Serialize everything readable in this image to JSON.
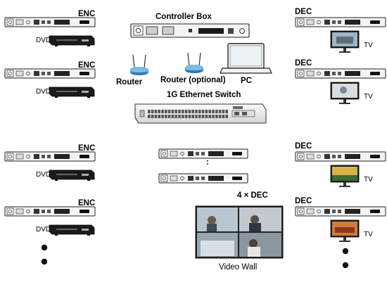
{
  "labels": {
    "enc": "ENC",
    "dec": "DEC",
    "dvd": "DVD",
    "tv": "TV",
    "controller_box": "Controller Box",
    "router": "Router",
    "router_optional": "Router (optional)",
    "pc": "PC",
    "switch": "1G Ethernet Switch",
    "dec_count": "4 × DEC",
    "video_wall": "Video Wall",
    "ellipsis": ":"
  },
  "colors": {
    "link": "#1f6fb2",
    "device_body": "#f4f4f4",
    "device_outline": "#222222",
    "router_blue": "#4a9bd6",
    "dark": "#111111"
  },
  "icons": [
    "router-icon",
    "laptop-icon",
    "tv-icon",
    "dvd-player-icon",
    "network-switch-icon",
    "video-wall-icon"
  ]
}
